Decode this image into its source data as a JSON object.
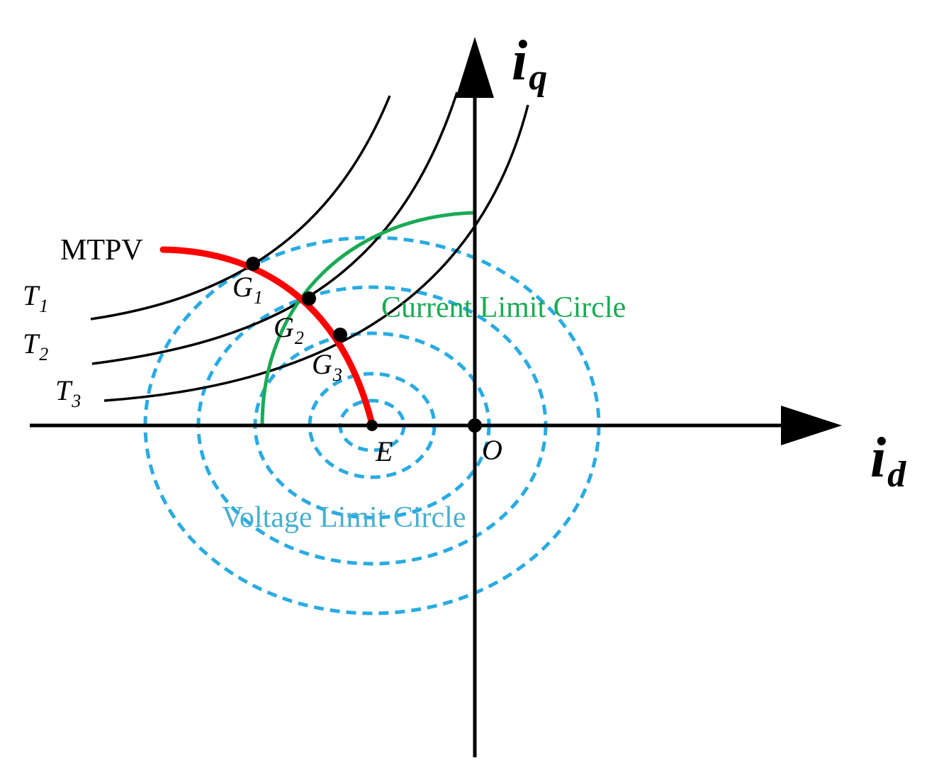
{
  "axes": {
    "horizontal": {
      "letter": "i",
      "subscript": "d"
    },
    "vertical": {
      "letter": "i",
      "subscript": "q"
    }
  },
  "labels": {
    "mtpv": "MTPV",
    "current_limit": "Current Limit Circle",
    "voltage_limit": "Voltage Limit Circle",
    "origin": "O",
    "center": "E"
  },
  "torque_curves": [
    {
      "letter": "T",
      "sub": "1"
    },
    {
      "letter": "T",
      "sub": "2"
    },
    {
      "letter": "T",
      "sub": "3"
    }
  ],
  "points": [
    {
      "letter": "G",
      "sub": "1"
    },
    {
      "letter": "G",
      "sub": "2"
    },
    {
      "letter": "G",
      "sub": "3"
    }
  ],
  "colors": {
    "axes": "#000000",
    "mtpv": "#ff0000",
    "current_limit": "#1aaa55",
    "voltage_limit": "#29abe2",
    "voltage_label": "#4aaed0"
  }
}
